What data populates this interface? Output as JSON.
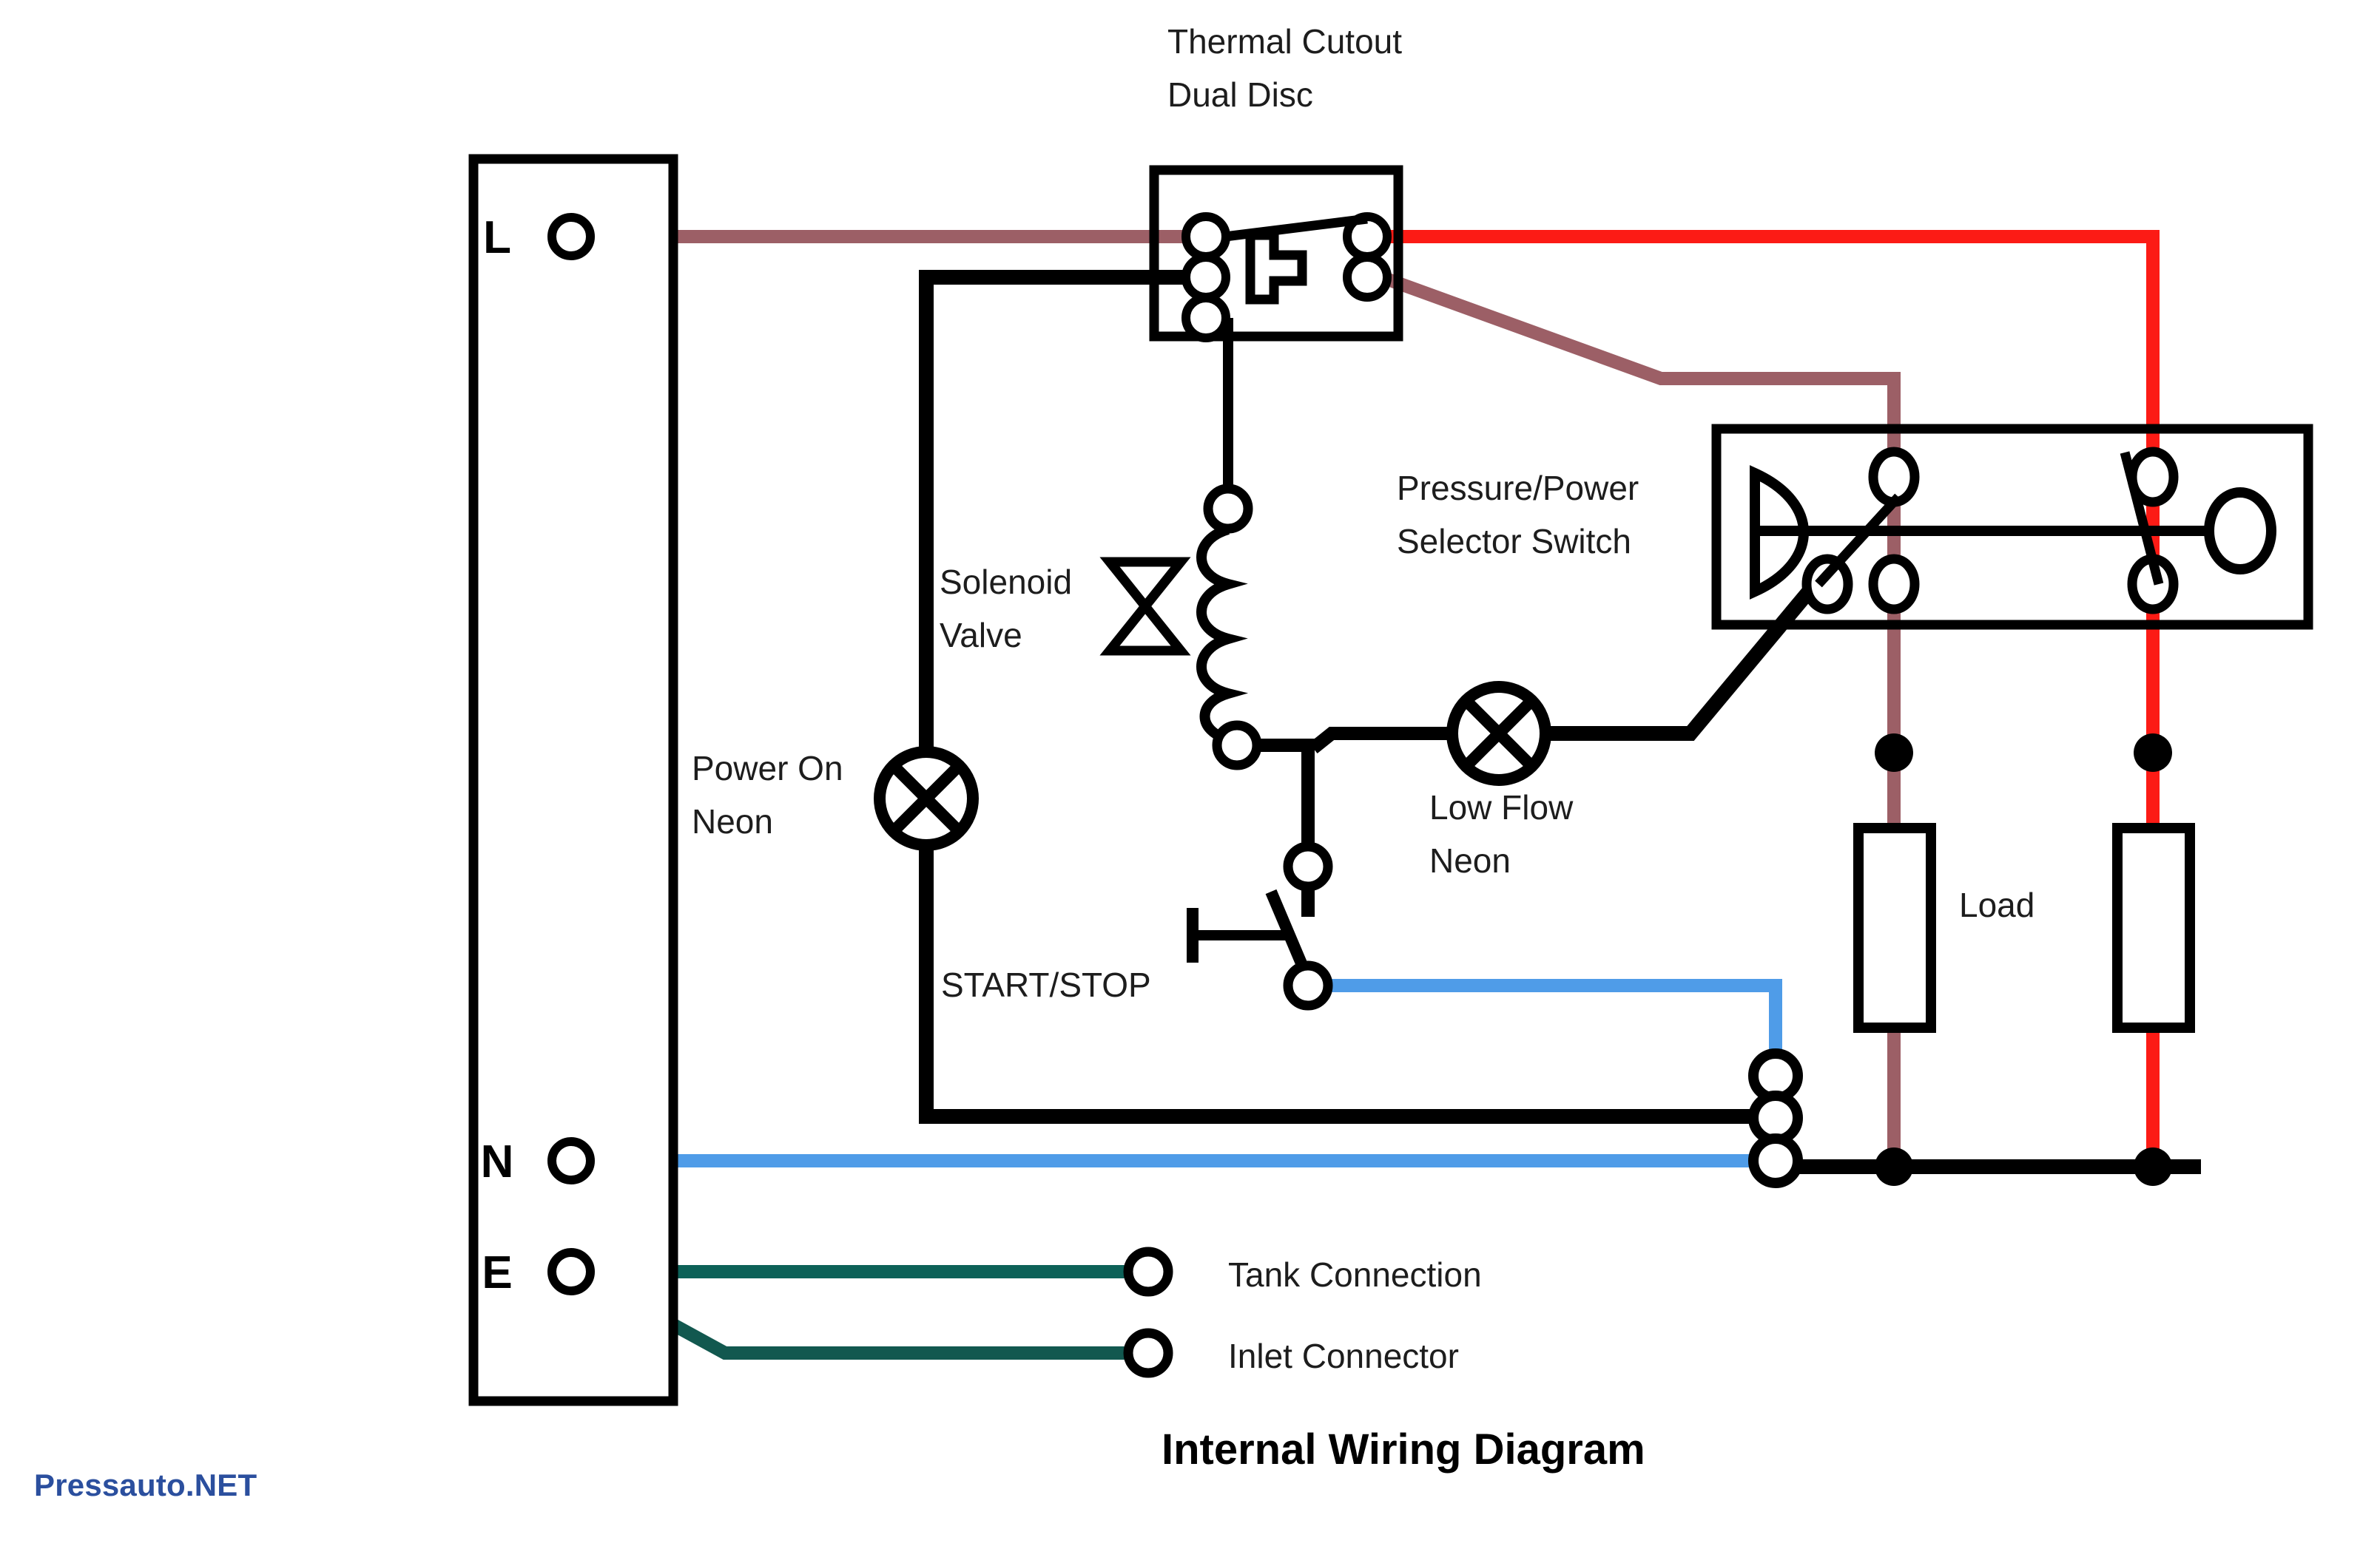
{
  "diagram": {
    "title": "Internal Wiring Diagram",
    "watermark": "Pressauto.NET",
    "watermark_color": "#2b4f9e",
    "background": "#ffffff"
  },
  "terminals": {
    "live": "L",
    "neutral": "N",
    "earth": "E"
  },
  "labels": {
    "thermal_cutout_line1": "Thermal Cutout",
    "thermal_cutout_line2": "Dual Disc",
    "pressure_switch_line1": "Pressure/Power",
    "pressure_switch_line2": "Selector Switch",
    "solenoid_line1": "Solenoid",
    "solenoid_line2": "Valve",
    "power_neon_line1": "Power On",
    "power_neon_line2": "Neon",
    "low_flow_neon_line1": "Low Flow",
    "low_flow_neon_line2": "Neon",
    "start_stop": "START/STOP",
    "load": "Load",
    "tank_connection": "Tank Connection",
    "inlet_connector": "Inlet Connector"
  },
  "wire_colors": {
    "live_mauve": "#9c5f66",
    "live_red": "#fc1b15",
    "neutral_blue": "#4f9ce8",
    "earth_green": "#0d6158",
    "earth_green_dark": "#12584f",
    "black": "#000000"
  },
  "components": [
    {
      "name": "terminal-strip",
      "type": "enclosure"
    },
    {
      "name": "thermal-cutout",
      "type": "switch-block"
    },
    {
      "name": "pressure-power-selector-switch",
      "type": "switch-block"
    },
    {
      "name": "solenoid-valve",
      "type": "coil-valve"
    },
    {
      "name": "power-on-neon",
      "type": "lamp"
    },
    {
      "name": "low-flow-neon",
      "type": "lamp"
    },
    {
      "name": "start-stop-switch",
      "type": "pushbutton"
    },
    {
      "name": "load-left",
      "type": "resistor"
    },
    {
      "name": "load-right",
      "type": "resistor"
    }
  ]
}
